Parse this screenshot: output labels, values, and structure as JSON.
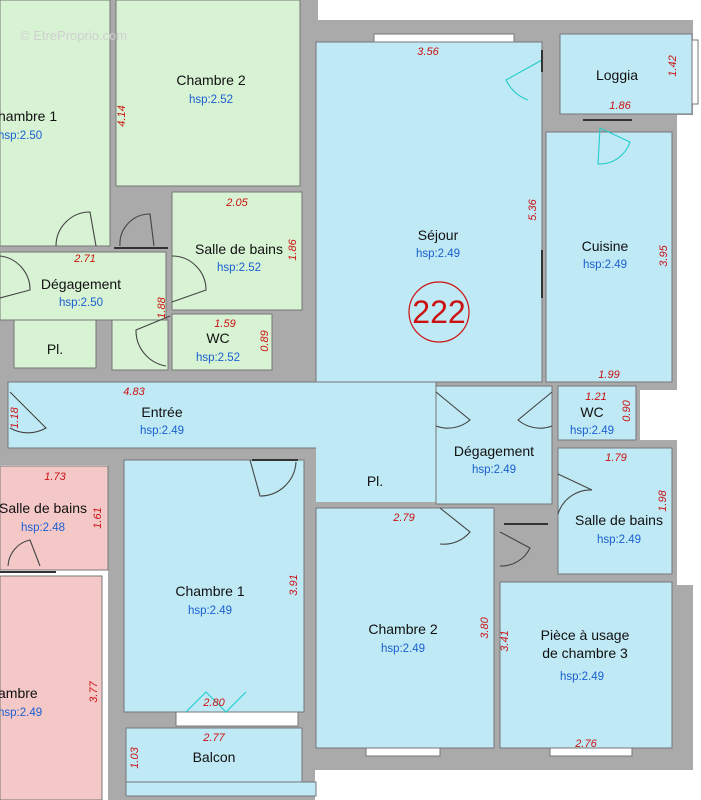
{
  "watermark": "© EtreProprio.com",
  "colors": {
    "blue_room": "#bfe9f5",
    "green_room": "#d7f3d3",
    "pink_room": "#f5c8c8",
    "wall": "#aaaaaa",
    "dimension": "#cc1111",
    "hsp": "#1a5fd0",
    "door_swing": "#22cccc",
    "badge": "#cc1111"
  },
  "lot_number": "222",
  "rooms": {
    "sejour": {
      "name": "Séjour",
      "hsp": "hsp:2.49"
    },
    "loggia": {
      "name": "Loggia"
    },
    "cuisine": {
      "name": "Cuisine",
      "hsp": "hsp:2.49"
    },
    "entree": {
      "name": "Entrée",
      "hsp": "hsp:2.49"
    },
    "pl_main": {
      "name": "Pl."
    },
    "degagement_b": {
      "name": "Dégagement",
      "hsp": "hsp:2.49"
    },
    "wc_b": {
      "name": "WC",
      "hsp": "hsp:2.49"
    },
    "sdb_b": {
      "name": "Salle de bains",
      "hsp": "hsp:2.49"
    },
    "chambre1_b": {
      "name": "Chambre 1",
      "hsp": "hsp:2.49"
    },
    "chambre2_b": {
      "name": "Chambre 2",
      "hsp": "hsp:2.49"
    },
    "piece_b": {
      "name_line1": "Pièce à usage",
      "name_line2": "de chambre 3",
      "hsp": "hsp:2.49"
    },
    "balcon": {
      "name": "Balcon"
    },
    "chambre1_g": {
      "name": "hambre 1",
      "hsp": "hsp:2.50"
    },
    "chambre2_g": {
      "name": "Chambre 2",
      "hsp": "hsp:2.52"
    },
    "sdb_g": {
      "name": "Salle de bains",
      "hsp": "hsp:2.52"
    },
    "degagement_g": {
      "name": "Dégagement",
      "hsp": "hsp:2.50"
    },
    "pl_g": {
      "name": "Pl."
    },
    "wc_g": {
      "name": "WC",
      "hsp": "hsp:2.52"
    },
    "sdb_p": {
      "name": "Salle de bains",
      "hsp": "hsp:2.48"
    },
    "chambre_p": {
      "name": "ambre",
      "hsp": "hsp:2.49"
    }
  },
  "dimensions": {
    "d1": "3.56",
    "d2": "1.42",
    "d3": "1.86",
    "d4": "5.36",
    "d5": "3.95",
    "d6": "1.99",
    "d7": "4.83",
    "d8": "1.18",
    "d9": "1.21",
    "d10": "0.90",
    "d11": "1.79",
    "d12": "1.98",
    "d13": "2.79",
    "d14": "3.80",
    "d15": "3.41",
    "d16": "2.76",
    "d17": "3.91",
    "d18": "2.80",
    "d19": "2.77",
    "d20": "1.03",
    "d21": "4.14",
    "d22": "2.05",
    "d23": "1.86",
    "d24": "2.71",
    "d25": "1.88",
    "d26": "1.59",
    "d27": "0.89",
    "d28": "1.73",
    "d29": "1.61",
    "d30": "3.77"
  }
}
